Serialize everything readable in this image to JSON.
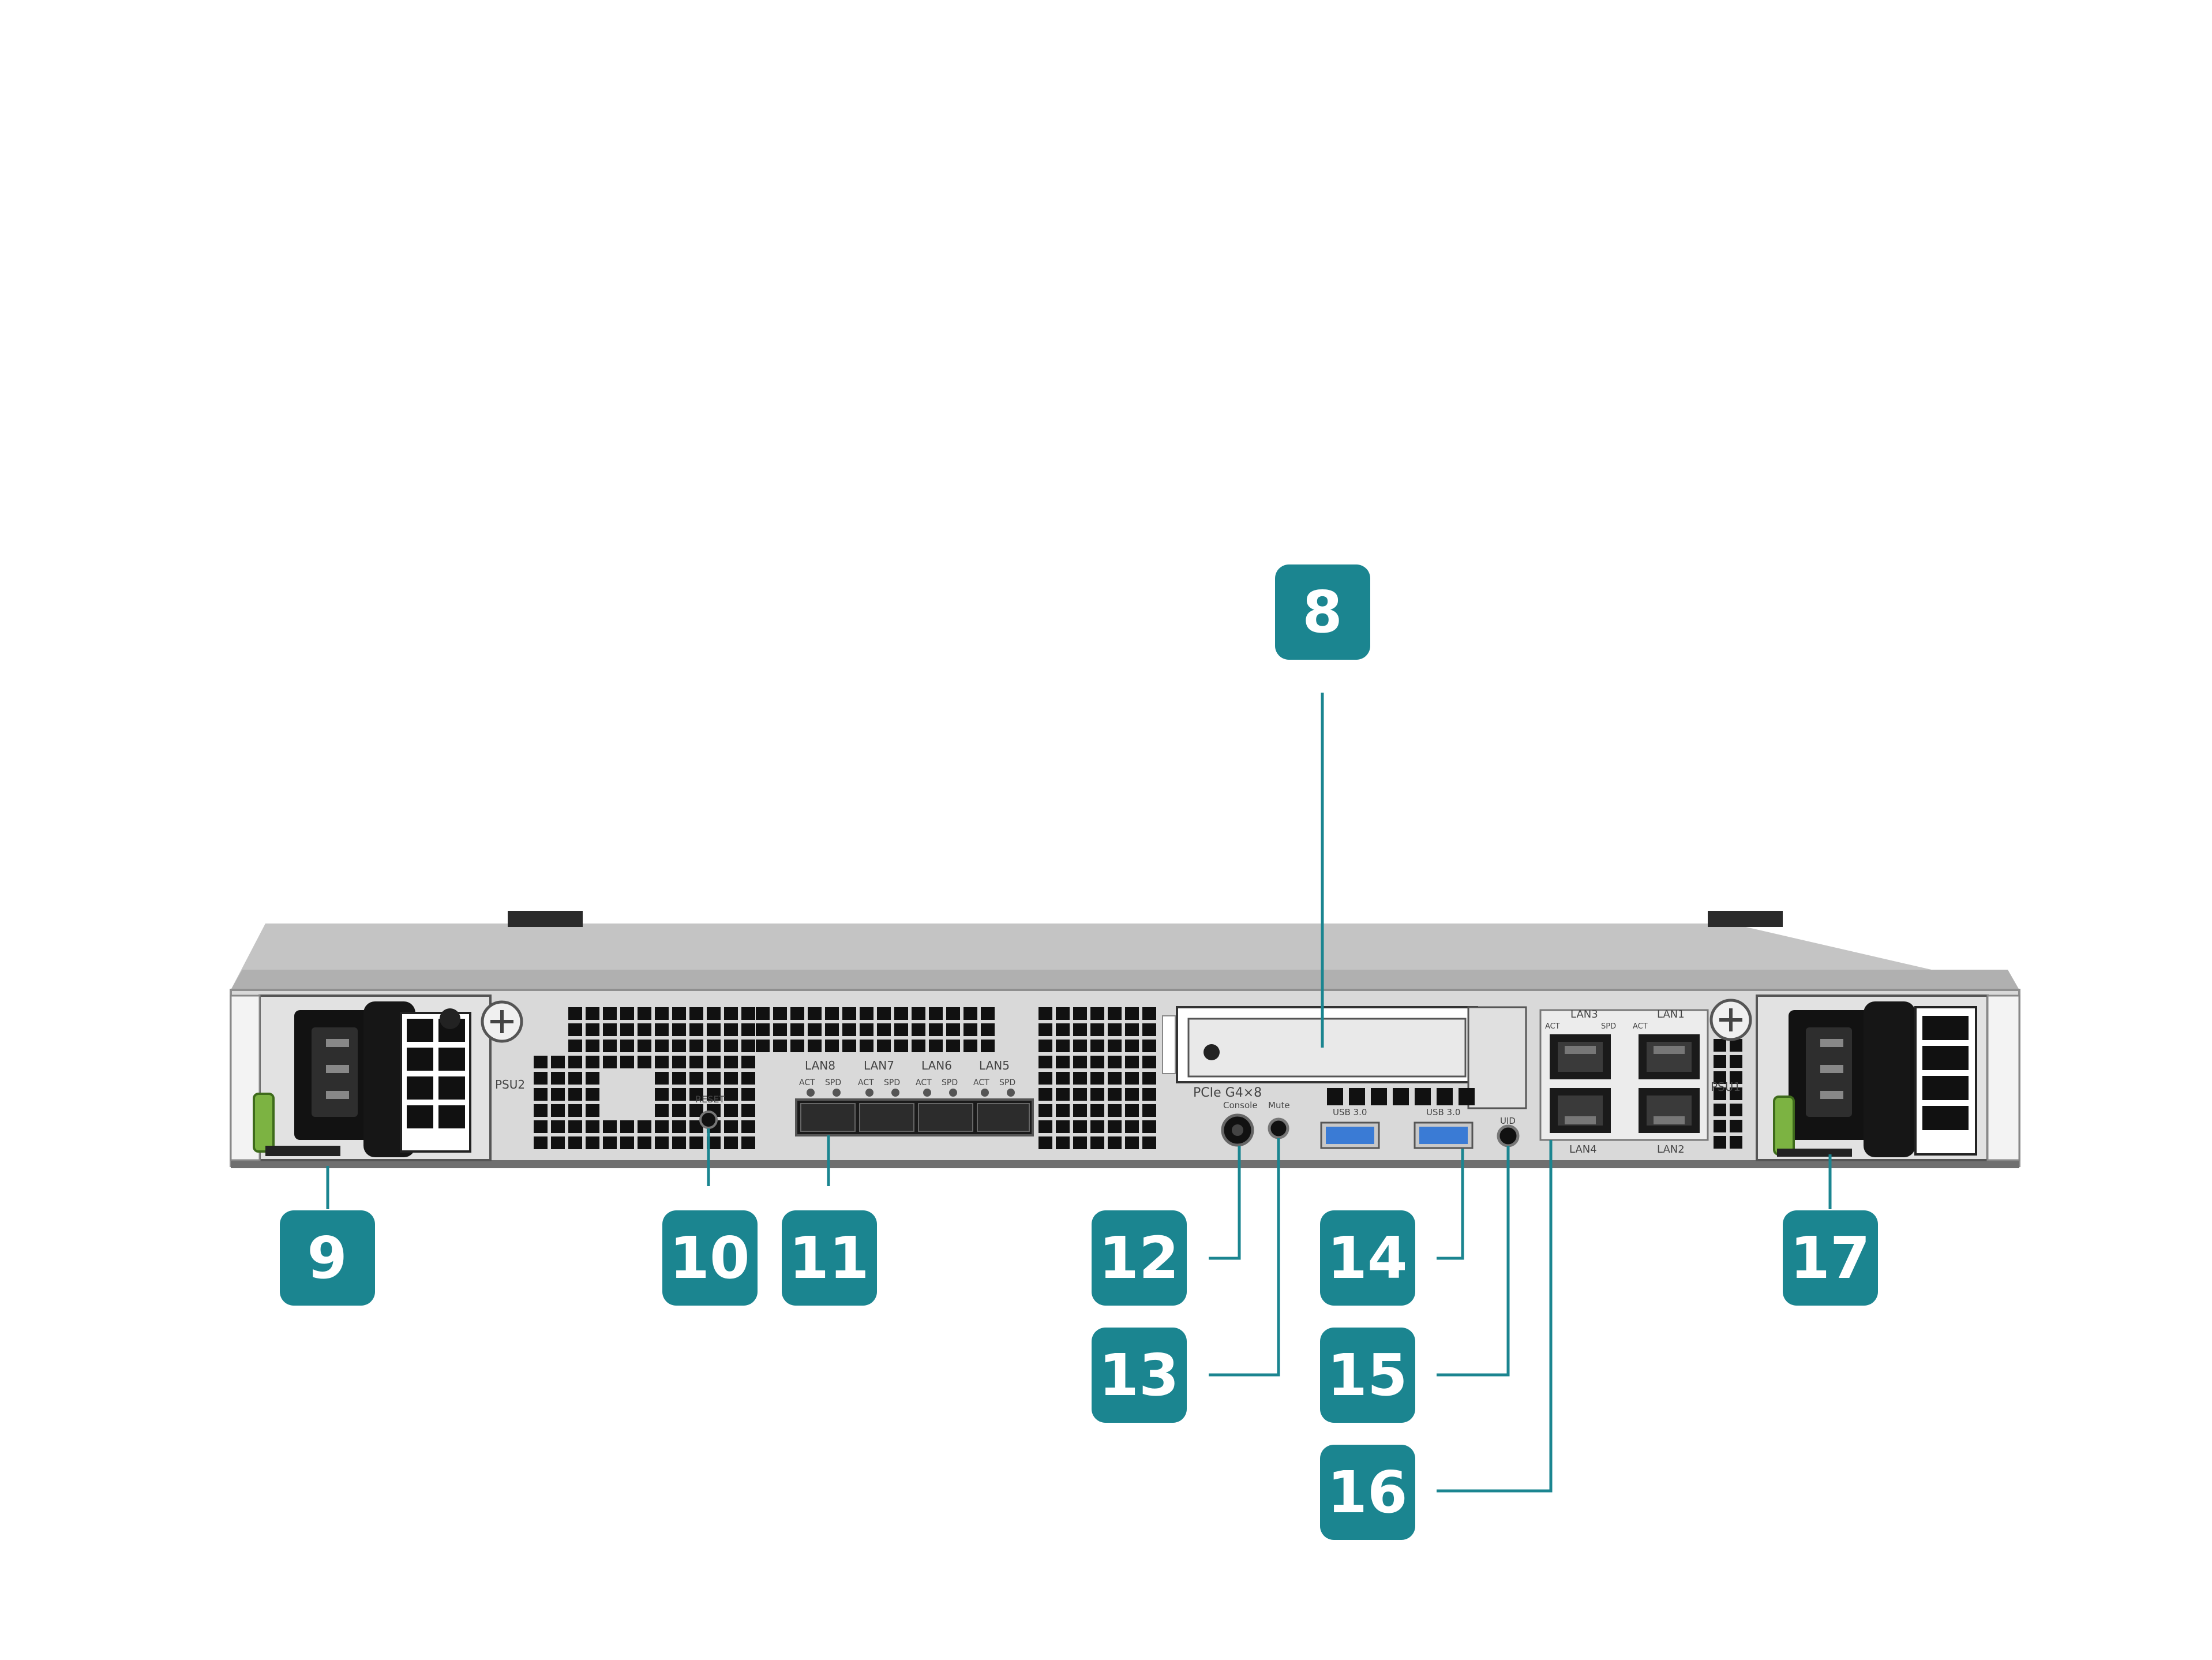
{
  "colors": {
    "callout": "#1b8590",
    "leader": "#1b8590",
    "chassis_top": "#bdbdbd",
    "panel": "#ececec",
    "port_dark": "#1a1a1a",
    "usb_blue": "#3a7bd5",
    "green_latch": "#7cb342"
  },
  "panel_labels": {
    "psu2": "PSU2",
    "psu1": "PSU1",
    "reset": "RESET",
    "lan8": "LAN8",
    "lan7": "LAN7",
    "lan6": "LAN6",
    "lan5": "LAN5",
    "act": "ACT",
    "spd": "SPD",
    "pcie": "PCIe  G4×8",
    "console": "Console",
    "mute": "Mute",
    "usb_a": "USB  3.0",
    "usb_b": "USB  3.0",
    "uid": "UID",
    "lan3": "LAN3",
    "lan1": "LAN1",
    "lan4": "LAN4",
    "lan2": "LAN2"
  },
  "callouts": {
    "c8": "8",
    "c9": "9",
    "c10": "10",
    "c11": "11",
    "c12": "12",
    "c13": "13",
    "c14": "14",
    "c15": "15",
    "c16": "16",
    "c17": "17"
  },
  "icons": [
    "power-inlet-icon",
    "rj45-port-icon",
    "sfp-cage-icon",
    "usb-port-icon",
    "screw-icon",
    "vent-grille-icon"
  ]
}
